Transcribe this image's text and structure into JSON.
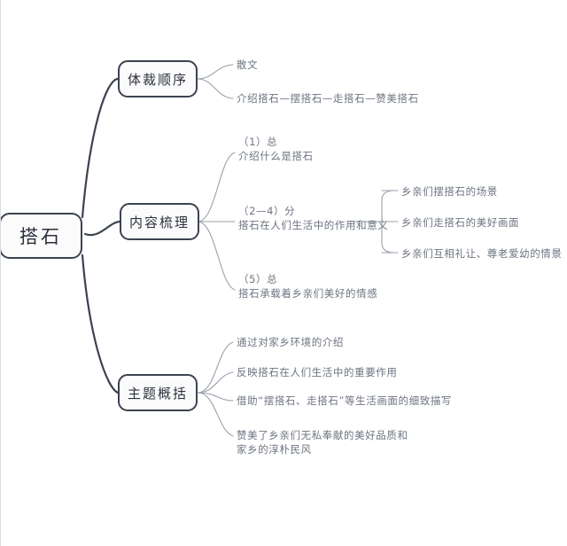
{
  "diagram": {
    "type": "mind-map",
    "title": "搭石",
    "root": {
      "label": "搭石"
    },
    "branches": [
      {
        "id": "genre-order",
        "label": "体裁顺序",
        "leaves": [
          {
            "id": "genre-prose",
            "line1": "散文",
            "line2": ""
          },
          {
            "id": "genre-sequence",
            "line1": "介绍搭石—摆搭石—走搭石—赞美搭石",
            "line2": ""
          }
        ]
      },
      {
        "id": "content-outline",
        "label": "内容梳理",
        "leaves": [
          {
            "id": "content-part1",
            "line1": "（1）总",
            "line2": "介绍什么是搭石"
          },
          {
            "id": "content-part2",
            "line1": "（2—4）分",
            "line2": "搭石在人们生活中的作用和意义"
          },
          {
            "id": "content-part3",
            "line1": "（5）总",
            "line2": "搭石承载着乡亲们美好的情感"
          }
        ],
        "subleaves": [
          {
            "id": "scene-placing",
            "text": "乡亲们摆搭石的场景"
          },
          {
            "id": "scene-walking",
            "text": "乡亲们走搭石的美好画面"
          },
          {
            "id": "scene-courtesy",
            "text": "乡亲们互相礼让、尊老爱幼的情景"
          }
        ]
      },
      {
        "id": "theme-summary",
        "label": "主题概括",
        "leaves": [
          {
            "id": "theme-hometown",
            "line1": "通过对家乡环境的介绍",
            "line2": ""
          },
          {
            "id": "theme-role",
            "line1": "反映搭石在人们生活中的重要作用",
            "line2": ""
          },
          {
            "id": "theme-detail",
            "line1": "借助“摆搭石、走搭石”等生活画面的细致描写",
            "line2": ""
          },
          {
            "id": "theme-praise",
            "line1": "赞美了乡亲们无私奉献的美好品质和",
            "line2": "家乡的淳朴民风"
          }
        ]
      }
    ],
    "colors": {
      "node_border": "#3c434f",
      "node_fill": "#fbfbfc",
      "node_text": "#2b313b",
      "leaf_text": "#6d7480",
      "main_connector": "#3c434f",
      "thin_connector": "#9aa1ab",
      "background": "#ffffff"
    }
  }
}
